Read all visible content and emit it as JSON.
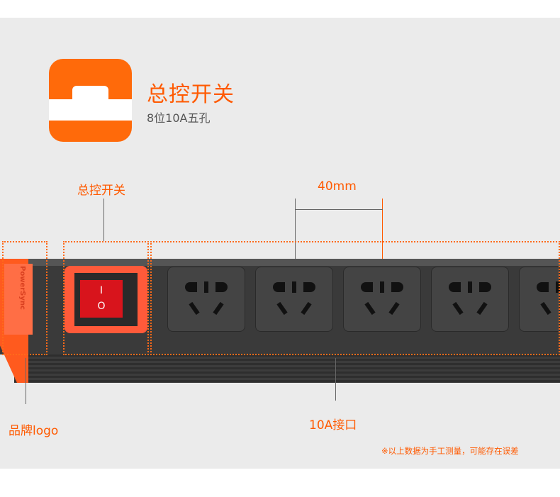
{
  "header": {
    "title": "总控开关",
    "subtitle": "8位10A五孔",
    "icon": "master-switch-icon"
  },
  "product": {
    "brand_logo_text": "PowerSync",
    "switch_marks": {
      "on": "I",
      "off": "O"
    },
    "socket_count_visible": 5
  },
  "annotations": {
    "switch_label": "总控开关",
    "spacing_label": "40mm",
    "brand_label": "品牌logo",
    "socket_label": "10A接口"
  },
  "footnote": "※以上数据为手工测量，可能存在误差",
  "colors": {
    "accent": "#ff5a00",
    "background": "#ebebeb"
  }
}
